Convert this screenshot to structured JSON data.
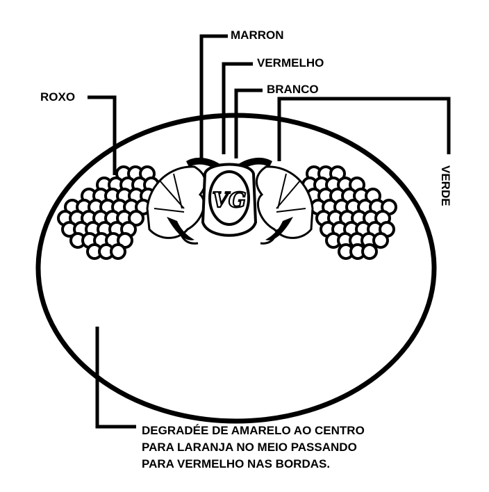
{
  "labels": {
    "marron": "MARRON",
    "vermelho": "VERMELHO",
    "branco": "BRANCO",
    "roxo": "ROXO",
    "verde": "VERDE"
  },
  "monogram": "VG",
  "note": [
    "DEGRADÉE DE AMARELO AO CENTRO",
    "PARA LARANJA NO MEIO PASSANDO",
    "PARA VERMELHO NAS BORDAS."
  ],
  "colors": {
    "ink": "#000000",
    "paper": "#ffffff"
  }
}
